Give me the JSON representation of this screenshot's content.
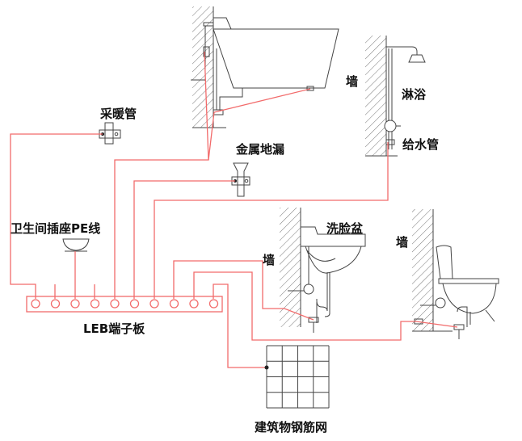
{
  "labels": {
    "heating_pipe": "采暖管",
    "metal_floor_drain": "金属地漏",
    "wall_shower": "墙",
    "shower": "淋浴",
    "water_supply_pipe": "给水管",
    "socket_pe_line": "卫生间插座PE线",
    "washbasin": "洗脸盆",
    "wall_sink": "墙",
    "wall_toilet": "墙",
    "leb_terminal_board": "LEB端子板",
    "building_rebar_mesh": "建筑物钢筋网"
  },
  "colors": {
    "bonding_wire": "#f26b6b",
    "fixture_outline": "#444444"
  },
  "terminal_count": 10
}
